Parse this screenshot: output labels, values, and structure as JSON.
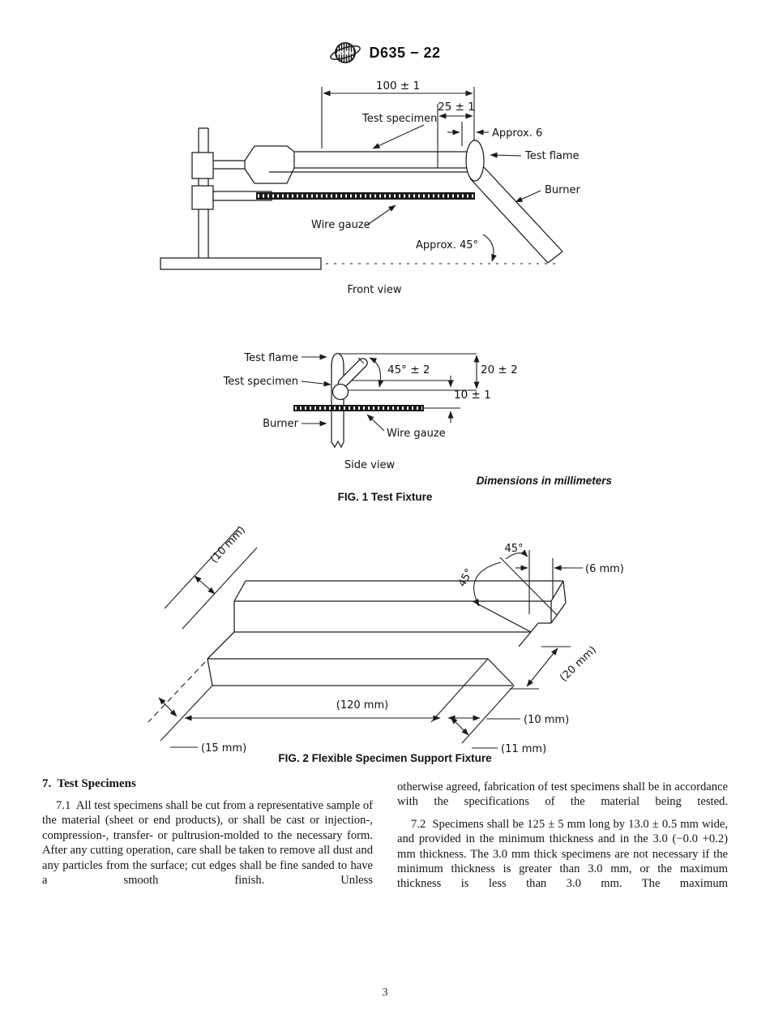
{
  "header": {
    "logo_name": "ASTM",
    "doc_code": "D635 − 22"
  },
  "fig1": {
    "front": {
      "dim_length": "100 ± 1",
      "dim_mark": "25 ± 1",
      "dim_flame_len": "Approx. 6",
      "label_specimen": "Test specimen",
      "label_flame": "Test flame",
      "label_burner": "Burner",
      "label_gauze": "Wire gauze",
      "label_angle": "Approx. 45°",
      "caption": "Front view"
    },
    "side": {
      "label_flame": "Test flame",
      "label_specimen": "Test specimen",
      "label_burner": "Burner",
      "label_gauze": "Wire gauze",
      "dim_angle": "45° ± 2",
      "dim_height": "20 ± 2",
      "dim_gap": "10 ± 1",
      "caption": "Side view"
    },
    "units_note": "Dimensions in millimeters",
    "caption": "FIG. 1 Test Fixture"
  },
  "fig2": {
    "dim_top_width": "(10 mm)",
    "dim_angle_top": "45°",
    "dim_angle_side": "45°",
    "dim_tab": "(6 mm)",
    "dim_depth": "(20 mm)",
    "dim_length": "(120 mm)",
    "dim_step": "(10 mm)",
    "dim_height": "(15 mm)",
    "dim_end": "(11 mm)",
    "caption": "FIG. 2 Flexible Specimen Support Fixture"
  },
  "section7": {
    "heading": "7.  Test Specimens",
    "para_7_1_left": "7.1  All test specimens shall be cut from a representative sample of the material (sheet or end products), or shall be cast or injection-, compression-, transfer- or pultrusion-molded to the necessary form. After any cutting operation, care shall be taken to remove all dust and any particles from the surface; cut edges shall be fine sanded to have a smooth finish. Unless",
    "para_7_1_right": "otherwise agreed, fabrication of test specimens shall be in accordance with the specifications of the material being tested.",
    "para_7_2": "7.2  Specimens shall be 125 ± 5 mm long by 13.0 ± 0.5 mm wide, and provided in the minimum thickness and in the 3.0 (−0.0 +0.2) mm thickness. The 3.0 mm thick specimens are not necessary if the minimum thickness is greater than 3.0 mm, or the maximum thickness is less than 3.0 mm. The maximum"
  },
  "footer": {
    "page_number": "3"
  }
}
